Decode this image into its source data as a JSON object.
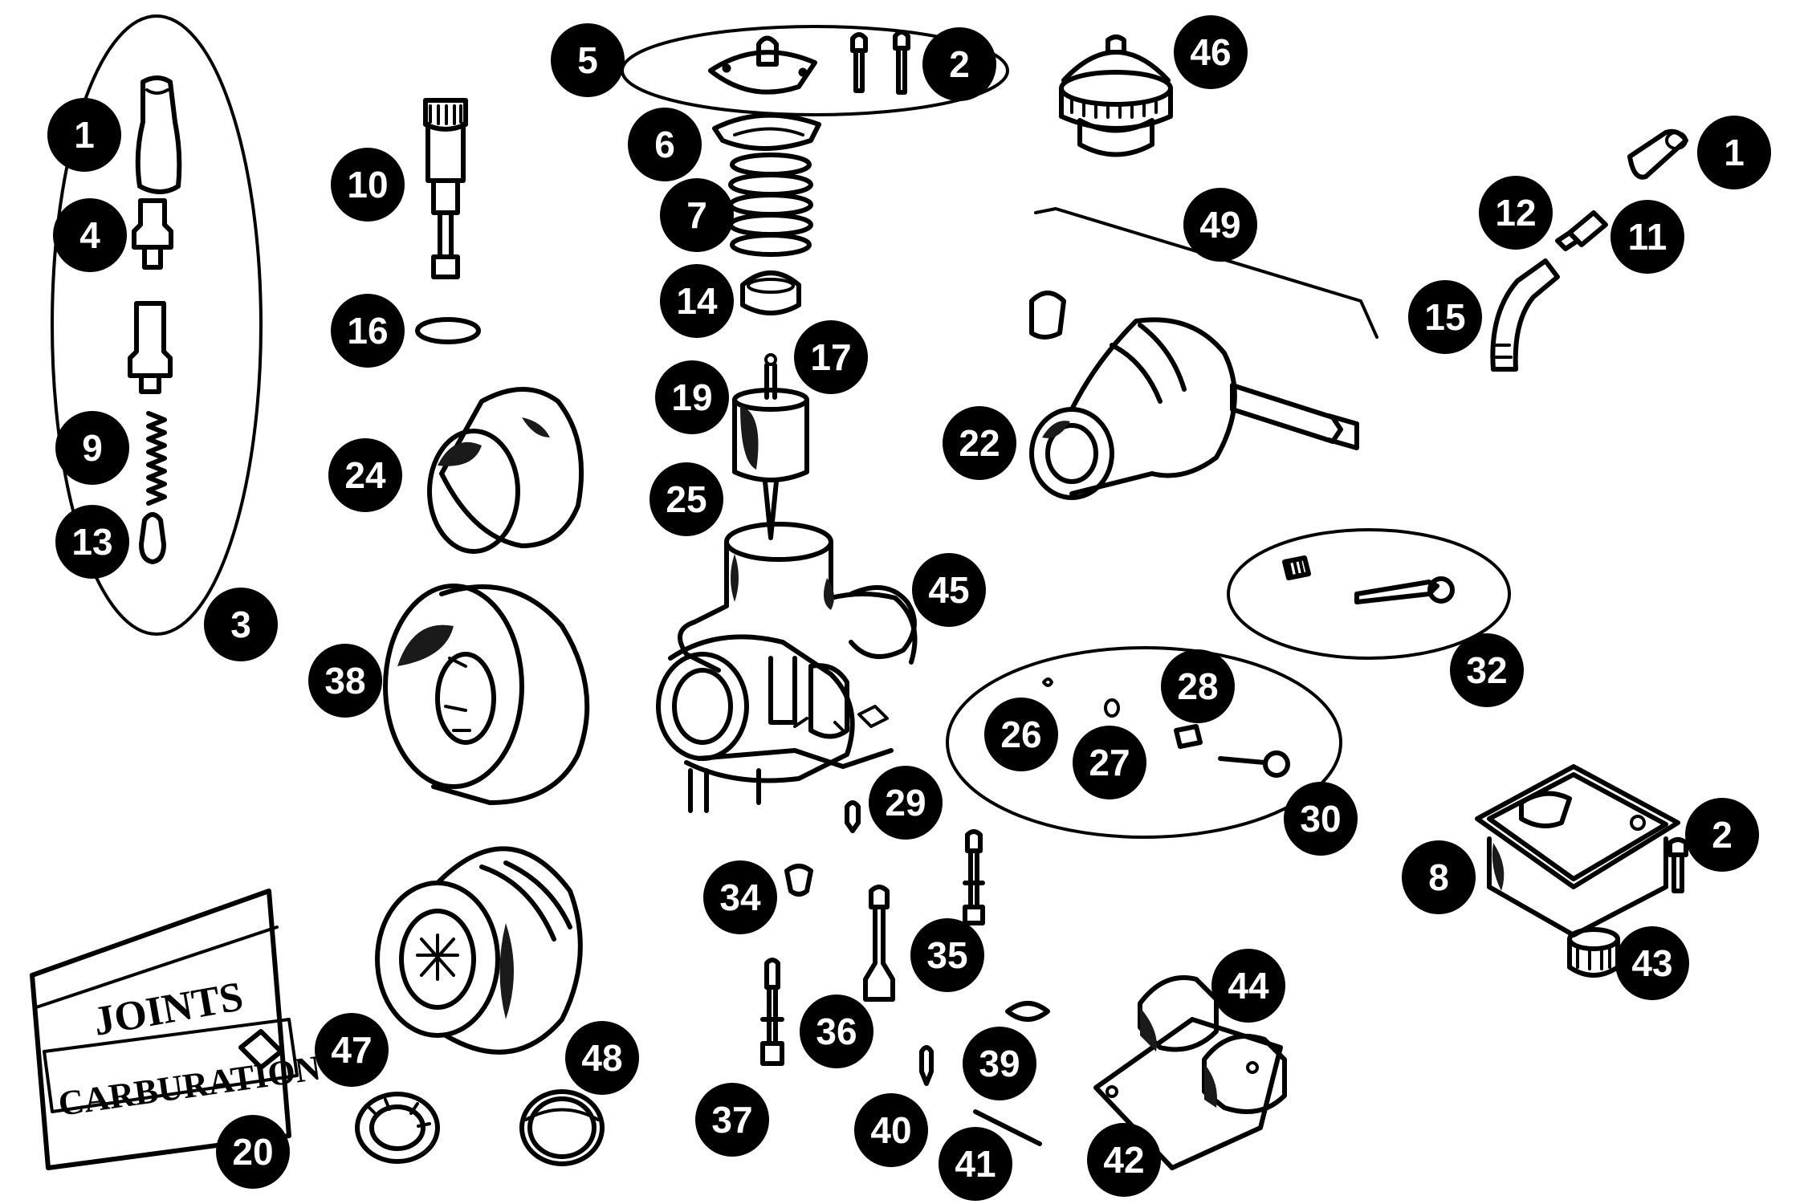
{
  "package": {
    "line1": "JOINTS",
    "line2": "CARBURATION"
  },
  "callouts": [
    {
      "id": "c1a",
      "label": "1"
    },
    {
      "id": "c4",
      "label": "4"
    },
    {
      "id": "c9",
      "label": "9"
    },
    {
      "id": "c13",
      "label": "13"
    },
    {
      "id": "c3",
      "label": "3"
    },
    {
      "id": "c10",
      "label": "10"
    },
    {
      "id": "c16",
      "label": "16"
    },
    {
      "id": "c24",
      "label": "24"
    },
    {
      "id": "c38",
      "label": "38"
    },
    {
      "id": "c5",
      "label": "5"
    },
    {
      "id": "c2a",
      "label": "2"
    },
    {
      "id": "c6",
      "label": "6"
    },
    {
      "id": "c7",
      "label": "7"
    },
    {
      "id": "c14",
      "label": "14"
    },
    {
      "id": "c17",
      "label": "17"
    },
    {
      "id": "c19",
      "label": "19"
    },
    {
      "id": "c25",
      "label": "25"
    },
    {
      "id": "c45",
      "label": "45"
    },
    {
      "id": "c46",
      "label": "46"
    },
    {
      "id": "c49",
      "label": "49"
    },
    {
      "id": "c22",
      "label": "22"
    },
    {
      "id": "c1b",
      "label": "1"
    },
    {
      "id": "c12",
      "label": "12"
    },
    {
      "id": "c11",
      "label": "11"
    },
    {
      "id": "c15",
      "label": "15"
    },
    {
      "id": "c32",
      "label": "32"
    },
    {
      "id": "c28",
      "label": "28"
    },
    {
      "id": "c26",
      "label": "26"
    },
    {
      "id": "c27",
      "label": "27"
    },
    {
      "id": "c30",
      "label": "30"
    },
    {
      "id": "c29",
      "label": "29"
    },
    {
      "id": "c34",
      "label": "34"
    },
    {
      "id": "c35",
      "label": "35"
    },
    {
      "id": "c36",
      "label": "36"
    },
    {
      "id": "c37",
      "label": "37"
    },
    {
      "id": "c39",
      "label": "39"
    },
    {
      "id": "c40",
      "label": "40"
    },
    {
      "id": "c41",
      "label": "41"
    },
    {
      "id": "c42",
      "label": "42"
    },
    {
      "id": "c44",
      "label": "44"
    },
    {
      "id": "c2b",
      "label": "2"
    },
    {
      "id": "c8",
      "label": "8"
    },
    {
      "id": "c43",
      "label": "43"
    },
    {
      "id": "c47",
      "label": "47"
    },
    {
      "id": "c48",
      "label": "48"
    },
    {
      "id": "c20",
      "label": "20"
    }
  ]
}
